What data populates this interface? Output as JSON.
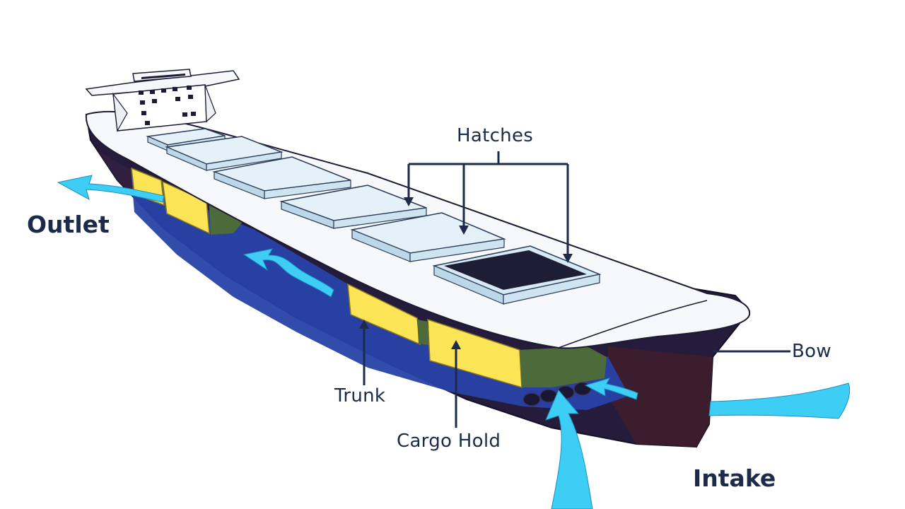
{
  "labels": {
    "hatches": "Hatches",
    "outlet": "Outlet",
    "bow": "Bow",
    "trunk": "Trunk",
    "cargo_hold": "Cargo Hold",
    "intake": "Intake"
  },
  "colors": {
    "hull": "#251c3c",
    "hull_waterline": "#3f1d2a",
    "deck": "#f7f8fb",
    "hatch_cover": "#e4f1f9",
    "hatch_open": "#1e1d36",
    "cargo": "#fbe557",
    "cargo_shadow": "#c8a92c",
    "residue": "#4d6b3a",
    "airflow": "#3ecdf5",
    "water_channel": "#2742a6",
    "text": "#1d2b4a"
  }
}
